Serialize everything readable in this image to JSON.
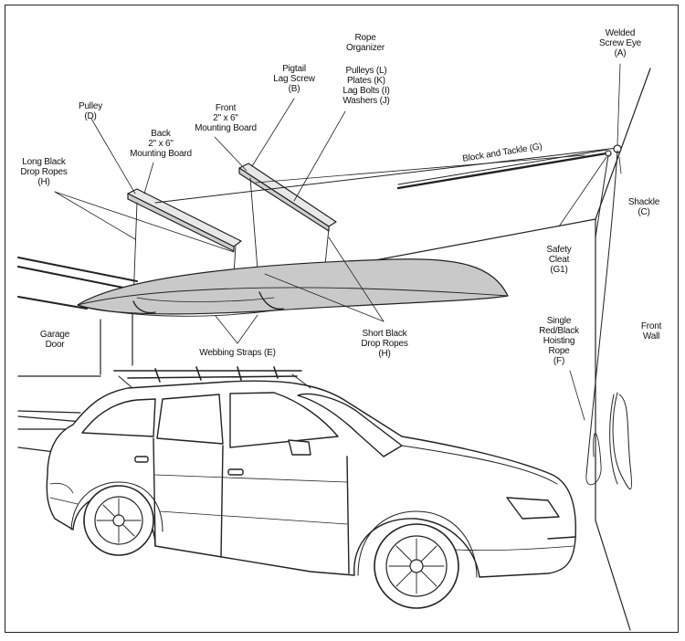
{
  "labels": {
    "rope_organizer": "Rope\nOrganizer",
    "welded_screw_eye": "Welded\nScrew Eye\n(A)",
    "pigtail": "Pigtail\nLag Screw\n(B)",
    "pulleys_group": "Pulleys (L)\nPlates (K)\nLag Bolts (I)\nWashers (J)",
    "front_board": "Front\n2\" x 6\"\nMounting Board",
    "pulley": "Pulley\n(D)",
    "back_board": "Back\n2\" x 6\"\nMounting Board",
    "long_black": "Long Black\nDrop Ropes\n(H)",
    "block_tackle": "Block and Tackle (G)",
    "shackle": "Shackle\n(C)",
    "safety_cleat": "Safety\nCleat\n(G1)",
    "garage_door": "Garage\nDoor",
    "single_red": "Single\nRed/Black\nHoisting\nRope\n(F)",
    "front_wall": "Front\nWall",
    "short_black": "Short Black\nDrop Ropes\n(H)",
    "webbing": "Webbing Straps (E)"
  }
}
